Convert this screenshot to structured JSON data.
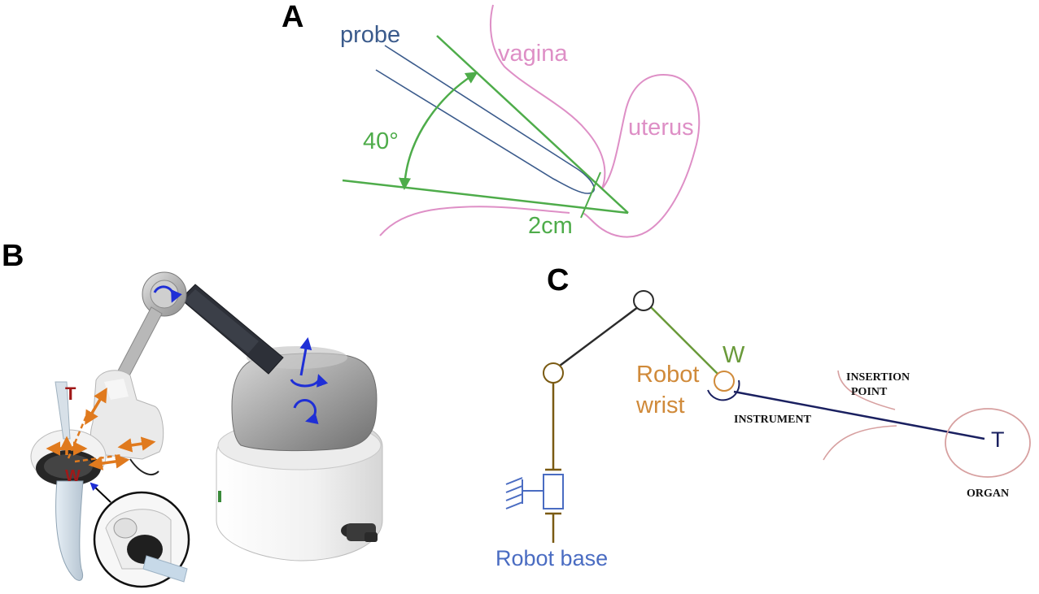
{
  "panels": {
    "a": {
      "letter": "A",
      "probe_label": "probe",
      "vagina_label": "vagina",
      "uterus_label": "uterus",
      "angle_label": "40°",
      "distance_label": "2cm"
    },
    "b": {
      "letter": "B",
      "tool_tip_label": "T",
      "wrist_label": "W"
    },
    "c": {
      "letter": "C",
      "wrist_letter": "W",
      "robot_wrist_label_line1": "Robot",
      "robot_wrist_label_line2": "wrist",
      "insertion_point_line1": "INSERTION",
      "insertion_point_line2": "POINT",
      "instrument_label": "INSTRUMENT",
      "tip_label": "T",
      "organ_label": "ORGAN",
      "robot_base_label": "Robot base"
    }
  },
  "colors": {
    "green": "#4eac4a",
    "probe_blue": "#3b5b8c",
    "anatomy_pink": "#de8fc6",
    "orange": "#e07a1e",
    "joint_blue": "#1f2fd6",
    "marker_red": "#a01818",
    "base_blue": "#4a6cc2",
    "wrist_orange": "#d08a3a",
    "link_brown": "#7a5a12",
    "instrument_navy": "#1a2060",
    "wrist_green": "#6a9a3a"
  }
}
